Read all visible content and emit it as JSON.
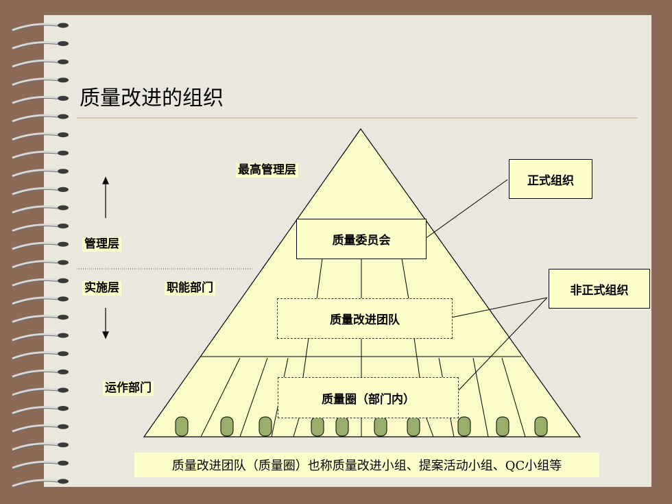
{
  "title": "质量改进的组织",
  "colors": {
    "frame": "#8b6a57",
    "slide": "#eae7df",
    "pyramid_fill": "#fbfbc9",
    "label_bg": "#ffffcc",
    "member_fill": "#9aae6c"
  },
  "pyramid": {
    "top_label": "最高管理层",
    "committee": "质量委员会",
    "team": "质量改进团队",
    "circle": "质量圈（部门内）"
  },
  "side": {
    "management": "管理层",
    "implementation": "实施层",
    "functional": "职能部门",
    "operations": "运作部门"
  },
  "callouts": {
    "formal": "正式组织",
    "informal": "非正式组织"
  },
  "footnote": "质量改进团队（质量圈）也称质量改进小组、提案活动小组、QC小组等"
}
